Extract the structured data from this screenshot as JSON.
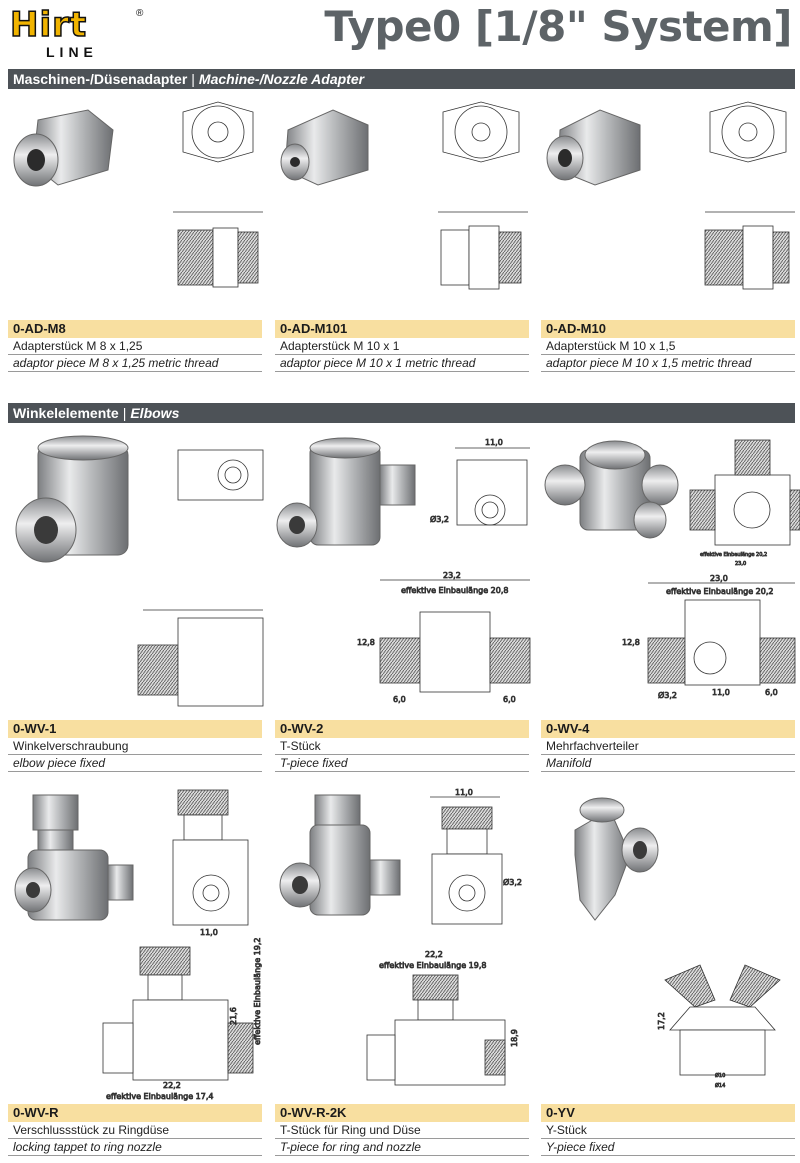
{
  "header": {
    "logo_text": "Hirt",
    "logo_sub": "LINE",
    "logo_mark": "®",
    "title": "Type0 [1/8\" System]"
  },
  "sections": {
    "adapters": {
      "de": "Maschinen-/Düsenadapter",
      "sep": "|",
      "en": "Machine-/Nozzle Adapter"
    },
    "elbows": {
      "de": "Winkelelemente",
      "sep": "|",
      "en": "Elbows"
    }
  },
  "products": {
    "ad_m8": {
      "code": "0-AD-M8",
      "de": "Adapterstück M 8 x 1,25",
      "en": "adaptor piece M 8 x 1,25 metric thread"
    },
    "ad_m101": {
      "code": "0-AD-M101",
      "de": "Adapterstück M 10 x 1",
      "en": "adaptor piece M 10 x 1 metric thread"
    },
    "ad_m10": {
      "code": "0-AD-M10",
      "de": "Adapterstück M 10 x 1,5",
      "en": "adaptor piece M 10 x 1,5 metric thread"
    },
    "wv_1": {
      "code": "0-WV-1",
      "de": "Winkelverschraubung",
      "en": "elbow piece fixed"
    },
    "wv_2": {
      "code": "0-WV-2",
      "de": "T-Stück",
      "en": "T-piece fixed"
    },
    "wv_4": {
      "code": "0-WV-4",
      "de": "Mehrfachverteiler",
      "en": "Manifold"
    },
    "wv_r": {
      "code": "0-WV-R",
      "de": "Verschlussstück zu Ringdüse",
      "en": "locking tappet to ring nozzle"
    },
    "wv_r2k": {
      "code": "0-WV-R-2K",
      "de": "T-Stück für Ring und Düse",
      "en": "T-piece for ring and nozzle"
    },
    "yv": {
      "code": "0-YV",
      "de": "Y-Stück",
      "en": "Y-piece fixed"
    }
  },
  "dims": {
    "wv2_top": "11,0",
    "wv2_dia": "Ø3,2",
    "wv2_total": "23,2",
    "wv2_eff": "effektive Einbaulänge 20,8",
    "wv2_h": "12,8",
    "wv2_l": "6,0",
    "wv2_r": "6,0",
    "wv4_total": "23,0",
    "wv4_eff": "effektive Einbaulänge 20,2",
    "wv4_h": "12,8",
    "wv4_mid": "11,0",
    "wv4_r": "6,0",
    "wv4_dia": "Ø3,2",
    "wv4_top_eff": "effektive Einbaulänge 20,2",
    "wv4_top_total": "23,0",
    "wvr_w": "11,0",
    "wvr_h": "21,6",
    "wvr_eff": "effektive Einbaulänge 19,2",
    "wvr_total": "22,2",
    "wvr_eff2": "effektive Einbaulänge 17,4",
    "wvr2k_top": "11,0",
    "wvr2k_dia": "Ø3,2",
    "wvr2k_total": "22,2",
    "wvr2k_eff": "effektive Einbaulänge 19,8",
    "wvr2k_h": "18,9",
    "yv_h": "17,2",
    "yv_d1": "Ø10",
    "yv_d2": "Ø14"
  },
  "colors": {
    "accent": "#f8dfa0",
    "bar": "#4d5257",
    "logo": "#f1b400",
    "title": "#5d6367"
  }
}
